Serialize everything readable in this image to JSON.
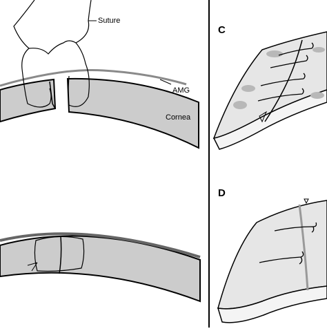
{
  "labels": {
    "suture": "Suture",
    "amg": "AMG",
    "cornea": "Cornea"
  },
  "panels": {
    "c": "C",
    "d": "D"
  },
  "colors": {
    "background": "#ffffff",
    "cornea_fill": "#cccccc",
    "amg_band": "#8a8a8a",
    "outline": "#000000",
    "panel_surface": "#e6e6e6",
    "panel_edge": "#f4f4f4",
    "amg_patch": "#b8b8b8"
  }
}
